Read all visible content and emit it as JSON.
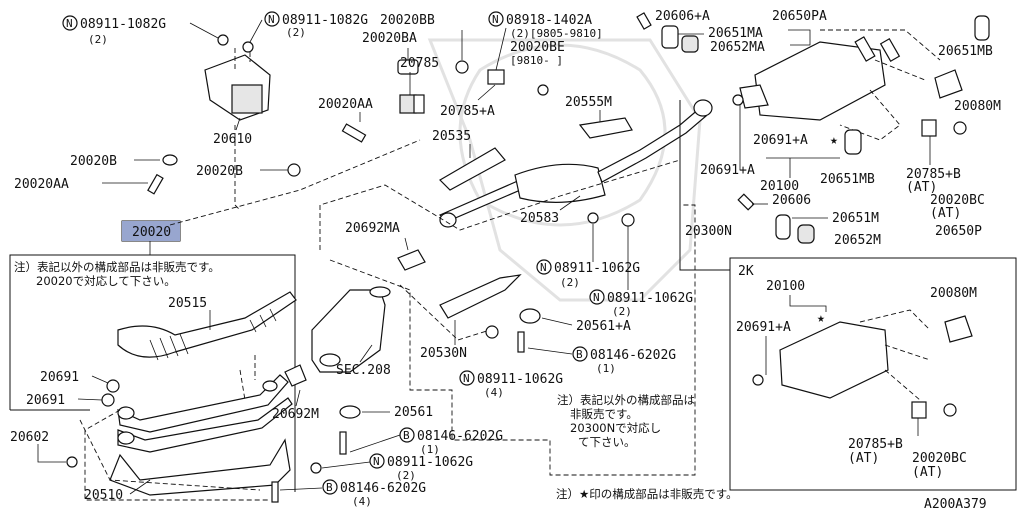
{
  "diagram": {
    "code": "A200A379",
    "highlight_color": "#98a6cf",
    "callouts": {
      "nut_08911_1082g_a": "08911-1082G",
      "nut_08911_1082g_a_qty": "(2)",
      "nut_08911_1082g_b": "08911-1082G",
      "nut_08911_1082g_b_qty": "(2)",
      "p20020bb": "20020BB",
      "p20020ba": "20020BA",
      "nut_08918_1402a": "08918-1402A",
      "nut_08918_1402a_date1": "(2)[9805-9810]",
      "p20020be": "20020BE",
      "p20020be_date": "[9810-    ]",
      "p20606a": "20606+A",
      "p20650pa": "20650PA",
      "p20651ma": "20651MA",
      "p20652ma": "20652MA",
      "p20651mb_top": "20651MB",
      "p20080m_top": "20080M",
      "p20785": "20785",
      "p20785a": "20785+A",
      "p20555m": "20555M",
      "p20020aa": "20020AA",
      "p20610": "20610",
      "p20535": "20535",
      "p20020b_1": "20020B",
      "p20020aa_2": "20020AA",
      "p20020b_2": "20020B",
      "p20691a_top": "20691+A",
      "p20691a_mid": "20691+A",
      "p20100": "20100",
      "p20651mb_mid": "20651MB",
      "p20785b": "20785+B",
      "p20785b_at": "(AT)",
      "p20020bc": "20020BC",
      "p20020bc_at": "(AT)",
      "p20606": "20606",
      "p20651m": "20651M",
      "p20652m": "20652M",
      "p20650p": "20650P",
      "p20300n": "20300N",
      "p20583": "20583",
      "p20692ma": "20692MA",
      "p20020_selected": "20020",
      "nut_08911_1062g_a": "08911-1062G",
      "nut_08911_1062g_a_qty": "(2)",
      "nut_08911_1062g_b": "08911-1062G",
      "nut_08911_1062g_b_qty": "(2)",
      "p20561a": "20561+A",
      "p20530n": "20530N",
      "bolt_08146_6202g_a": "08146-6202G",
      "bolt_08146_6202g_a_qty": "(1)",
      "nut_08911_1062g_c": "08911-1062G",
      "nut_08911_1062g_c_qty": "(4)",
      "p20515": "20515",
      "sec208": "SEC.208",
      "p20691_1": "20691",
      "p20691_2": "20691",
      "p20692m": "20692M",
      "p20561": "20561",
      "p20602": "20602",
      "bolt_08146_6202g_b": "08146-6202G",
      "bolt_08146_6202g_b_qty": "(1)",
      "nut_08911_1062g_d": "08911-1062G",
      "nut_08911_1062g_d_qty": "(2)",
      "p20510": "20510",
      "bolt_08146_6202g_c": "08146-6202G",
      "bolt_08146_6202g_c_qty": "(4)"
    },
    "inset_2k": {
      "title": "2K",
      "p20100": "20100",
      "p20691a": "20691+A",
      "p20080m": "20080M",
      "p20785b": "20785+B",
      "p20785b_at": "(AT)",
      "p20020bc": "20020BC",
      "p20020bc_at": "(AT)"
    },
    "notes": {
      "box_note_line1": "注）表記以外の構成部品は非販売です。",
      "box_note_line2": "20020で対応して下さい。",
      "mid_note_line1": "注）表記以外の構成部品は",
      "mid_note_line2": "非販売です。",
      "mid_note_line3": "20300Nで対応し",
      "mid_note_line4": "て下さい。",
      "bottom_note": "注）★印の構成部品は非販売です。"
    },
    "star": "★",
    "circle_n": "N",
    "circle_b": "B"
  }
}
